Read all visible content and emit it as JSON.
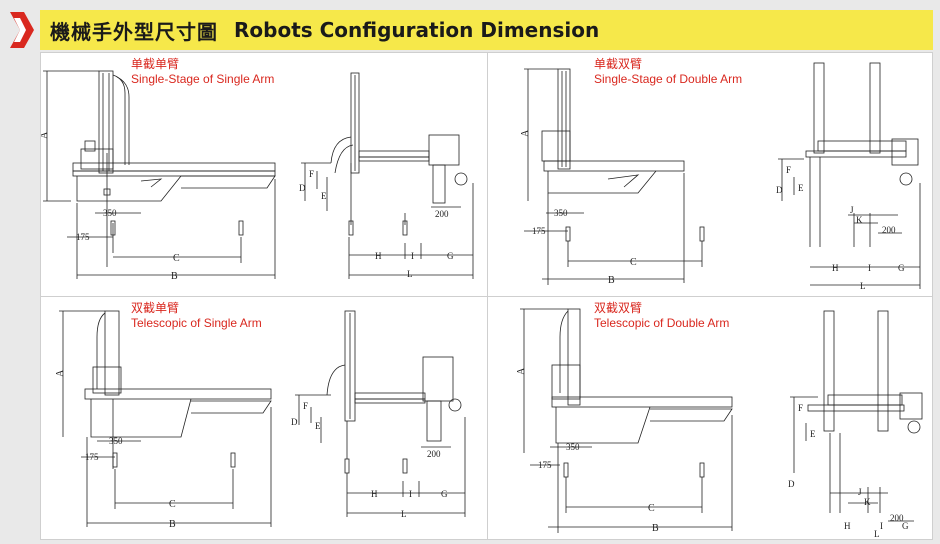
{
  "header": {
    "title_cn": "機械手外型尺寸圖",
    "title_en": "Robots Configuration Dimension",
    "accent_color": "#f6e84a",
    "chevron_color": "#d9281f"
  },
  "panels": [
    {
      "caption_cn": "单截单臂",
      "caption_en": "Single-Stage of Single Arm",
      "dims": {
        "A": "A",
        "dim350": "350",
        "dim175": "175",
        "C": "C",
        "B": "B",
        "F": "F",
        "D": "D",
        "E": "E",
        "dim200": "200",
        "H": "H",
        "I": "I",
        "G": "G",
        "L": "L"
      }
    },
    {
      "caption_cn": "单截双臂",
      "caption_en": "Single-Stage of Double Arm",
      "dims": {
        "A": "A",
        "dim350": "350",
        "dim175": "175",
        "C": "C",
        "B": "B",
        "F": "F",
        "D": "D",
        "E": "E",
        "J": "J",
        "K": "K",
        "dim200": "200",
        "H": "H",
        "I": "I",
        "G": "G",
        "L": "L"
      }
    },
    {
      "caption_cn": "双截单臂",
      "caption_en": "Telescopic of Single Arm",
      "dims": {
        "A": "A",
        "dim350": "350",
        "dim175": "175",
        "C": "C",
        "B": "B",
        "F": "F",
        "D": "D",
        "E": "E",
        "dim200": "200",
        "H": "H",
        "I": "I",
        "G": "G",
        "L": "L"
      }
    },
    {
      "caption_cn": "双截双臂",
      "caption_en": "Telescopic of Double Arm",
      "dims": {
        "A": "A",
        "dim350": "350",
        "dim175": "175",
        "C": "C",
        "B": "B",
        "F": "F",
        "D": "D",
        "E": "E",
        "J": "J",
        "K": "K",
        "dim200": "200",
        "H": "H",
        "I": "I",
        "G": "G",
        "L": "L"
      }
    }
  ]
}
